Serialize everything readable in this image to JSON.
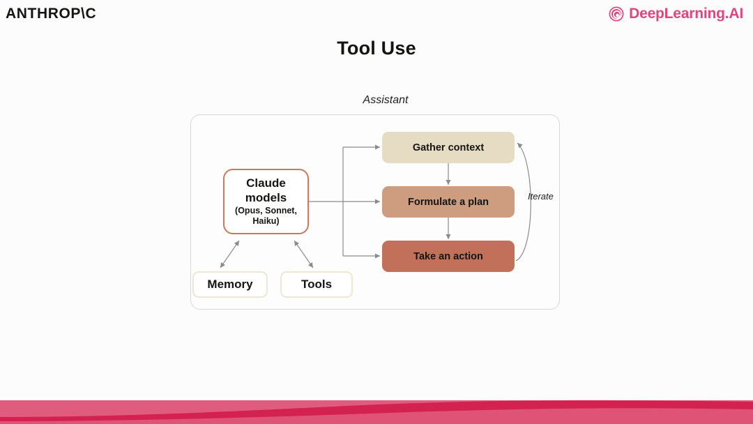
{
  "header": {
    "left_brand": "ANTHROP\\C",
    "right_brand": "DeepLearning.AI",
    "right_brand_color": "#E0467C"
  },
  "slide": {
    "title": "Tool Use",
    "background_color": "#FCFCFC"
  },
  "diagram": {
    "container_label": "Assistant",
    "container_border_color": "#D8D8D8",
    "model_node": {
      "title_line1": "Claude",
      "title_line2": "models",
      "subtitle_line1": "(Opus, Sonnet,",
      "subtitle_line2": "Haiku)",
      "border_color": "#CB785E",
      "background_color": "#FFFFFF"
    },
    "steps": [
      {
        "label": "Gather context",
        "color": "#E5DCC3"
      },
      {
        "label": "Formulate a plan",
        "color": "#CE9C7F"
      },
      {
        "label": "Take an action",
        "color": "#C3705A"
      }
    ],
    "loop_label": "Iterate",
    "resources": [
      {
        "label": "Memory",
        "border_color": "#EDE7D3"
      },
      {
        "label": "Tools",
        "border_color": "#EDE7D3"
      }
    ],
    "connector_color": "#8A8A8A"
  },
  "footer": {
    "wave_light_color": "#E05C7E",
    "wave_dark_color": "#D32150"
  }
}
